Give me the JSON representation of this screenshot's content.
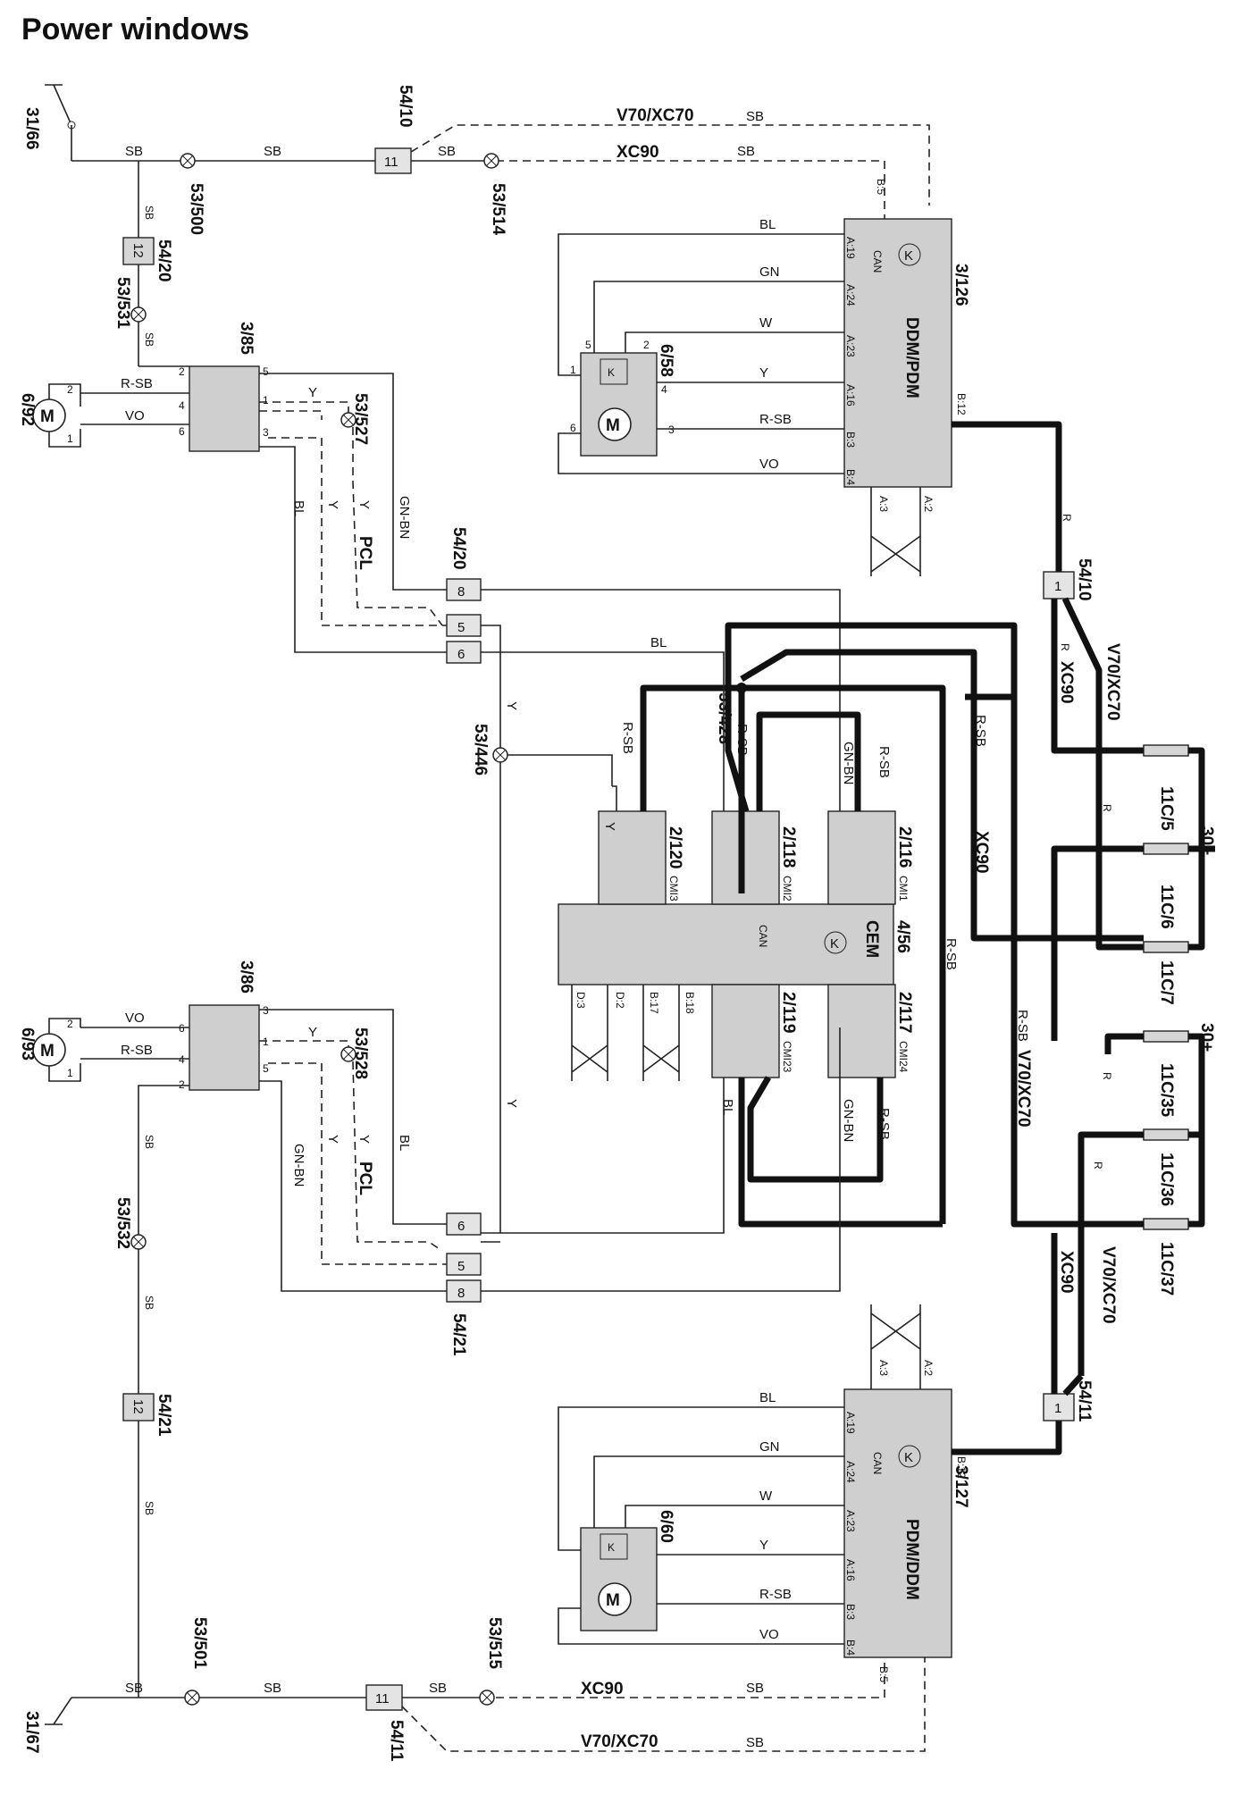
{
  "title": "Power windows",
  "labels": {
    "gnd_top": "31/66",
    "gnd_bottom": "31/67",
    "splice_53_500": "53/500",
    "splice_53_514": "53/514",
    "splice_53_531": "53/531",
    "splice_53_527": "53/527",
    "splice_53_446": "53/446",
    "splice_53_428": "53/428",
    "splice_53_528": "53/528",
    "splice_53_532": "53/532",
    "splice_53_501": "53/501",
    "splice_53_515": "53/515",
    "conn_54_10": "54/10",
    "conn_54_20": "54/20",
    "conn_54_21": "54/21",
    "conn_54_11": "54/11",
    "motor_6_92": "6/92",
    "motor_6_93": "6/93",
    "motor_6_58": "6/58",
    "motor_6_60": "6/60",
    "switch_3_85": "3/85",
    "switch_3_86": "3/86",
    "ddm_id": "3/126",
    "ddm_name": "DDM/PDM",
    "pdm_id": "3/127",
    "pdm_name": "PDM/DDM",
    "cem_id": "4/56",
    "cem_name": "CEM",
    "relay_2_120": "2/120",
    "relay_2_118": "2/118",
    "relay_2_116": "2/116",
    "relay_2_119": "2/119",
    "relay_2_117": "2/117",
    "cm13": "CMI3",
    "cm12": "CMI2",
    "cm11": "CMI1",
    "cm23": "CMI23",
    "cm24": "CMI24",
    "fuse_11c5": "11C/5",
    "fuse_11c6": "11C/6",
    "fuse_11c7": "11C/7",
    "fuse_11c35": "11C/35",
    "fuse_11c36": "11C/36",
    "fuse_11c37": "11C/37",
    "pwr_30_a": "30+",
    "pwr_30_b": "30+",
    "v70xc70": "V70/XC70",
    "xc90": "XC90",
    "pcl": "PCL",
    "can_text": "CAN",
    "k_symbol": "K",
    "motor_symbol": "M"
  },
  "wire_colors": {
    "sb": "SB",
    "bl": "BL",
    "gn": "GN",
    "w": "W",
    "y": "Y",
    "rsb": "R-SB",
    "vo": "VO",
    "gnbn": "GN-BN",
    "r": "R"
  },
  "pins": {
    "a19": "A:19",
    "a24": "A:24",
    "a23": "A:23",
    "a16": "A:16",
    "b3": "B:3",
    "b4": "B:4",
    "b5": "B:5",
    "b12": "B:12",
    "a3": "A:3",
    "a2": "A:2",
    "d3": "D:3",
    "d2": "D:2",
    "b17": "B:17",
    "b18": "B:18"
  },
  "terminals": {
    "t11": "11",
    "t12": "12",
    "t8": "8",
    "t5": "5",
    "t6": "6",
    "t1": "1"
  },
  "colors": {
    "module_fill": "#cfcfcf",
    "wire": "#222222"
  }
}
